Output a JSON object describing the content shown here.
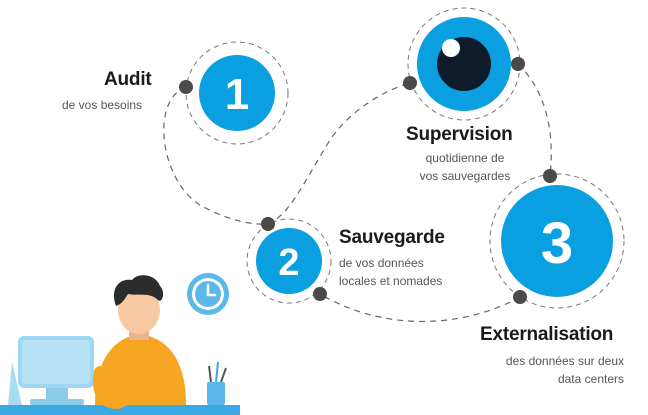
{
  "steps": [
    {
      "number": "1",
      "title": "Audit",
      "description": "de vos besoins"
    },
    {
      "number": "2",
      "title": "Sauvegarde",
      "description_lines": [
        "de vos données",
        "locales et nomades"
      ]
    },
    {
      "number": "3",
      "title": "Externalisation",
      "description_lines": [
        "des données sur deux",
        "data centers"
      ]
    }
  ],
  "supervision": {
    "title": "Supervision",
    "description_lines": [
      "quotidienne de",
      "vos sauvegardes"
    ]
  },
  "colors": {
    "accent": "#0a9fe0",
    "node": "#4a4a4a",
    "dash": "#666666",
    "text": "#1a1a1a",
    "muted": "#555555",
    "person_shirt": "#f5a623",
    "person_hair": "#2c2c2c",
    "skin": "#f6c9a3",
    "screen": "#9fd6f2",
    "clock": "#5bb8ea"
  }
}
